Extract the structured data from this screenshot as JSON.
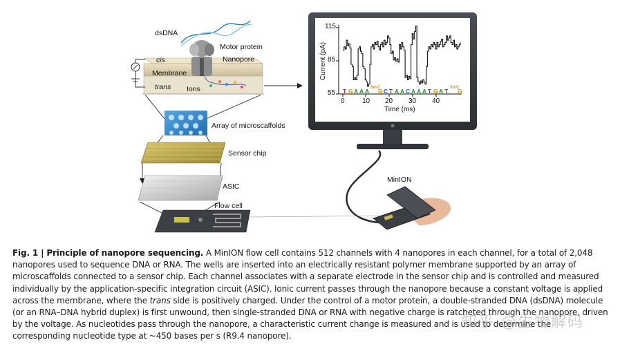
{
  "labels": {
    "dsdna": "dsDNA",
    "motor_protein": "Motor protein",
    "nanopore": "Nanopore",
    "cis": "cis",
    "membrane": "Membrane",
    "trans": "trans",
    "ions": "Ions",
    "microscaffolds": "Array of microscaffolds",
    "sensor_chip": "Sensor chip",
    "asic": "ASIC",
    "flow_cell": "Flow cell",
    "minion": "MinION"
  },
  "chart_data": {
    "type": "line",
    "xlabel": "Time (ms)",
    "ylabel": "Current (pA)",
    "xlim": [
      0,
      50
    ],
    "ylim": [
      55,
      118
    ],
    "xticks": [
      "0",
      "10",
      "20",
      "30",
      "40"
    ],
    "yticks": [
      "115",
      "85",
      "55"
    ],
    "series": [
      {
        "x": [
          0,
          0.5,
          1,
          1.5,
          2,
          2.5,
          3,
          3.5,
          4,
          4.5,
          5,
          5.5,
          6,
          6.5,
          7,
          7.5,
          8,
          8.5,
          9,
          9.5,
          10,
          10.5,
          11,
          11.5,
          12,
          12.5,
          13,
          13.5,
          14,
          14.5,
          15,
          15.5,
          16,
          16.5,
          17,
          17.5,
          18,
          18.5,
          19,
          19.5,
          20,
          20.5,
          21,
          21.5,
          22,
          22.5,
          23,
          23.5,
          24,
          24.5,
          25,
          25.5,
          26,
          26.5,
          27,
          27.5,
          28,
          28.5,
          29,
          29.5,
          30,
          30.5,
          31,
          31.5,
          32,
          32.5,
          33,
          33.5,
          34,
          34.5,
          35,
          35.5,
          36,
          36.5,
          37,
          37.5,
          38,
          38.5,
          39,
          39.5,
          40,
          40.5,
          41,
          41.5,
          42,
          42.5,
          43,
          43.5,
          44,
          44.5,
          45,
          45.5,
          46,
          46.5,
          47,
          47.5,
          48,
          48.5,
          49,
          49.5,
          50
        ],
        "y": [
          95,
          98,
          96,
          104,
          99,
          101,
          97,
          82,
          80,
          68,
          70,
          68,
          72,
          96,
          98,
          94,
          92,
          80,
          78,
          68,
          66,
          62,
          64,
          82,
          98,
          100,
          96,
          102,
          100,
          103,
          98,
          95,
          100,
          102,
          98,
          104,
          100,
          102,
          108,
          106,
          100,
          92,
          94,
          86,
          88,
          85,
          87,
          84,
          100,
          96,
          102,
          98,
          95,
          70,
          72,
          68,
          71,
          69,
          100,
          110,
          105,
          112,
          117,
          70,
          66,
          64,
          67,
          65,
          68,
          66,
          64,
          80,
          94,
          98,
          96,
          100,
          98,
          102,
          100,
          96,
          102,
          98,
          100,
          103,
          105,
          98,
          100,
          102,
          108,
          104,
          106,
          108,
          102,
          100,
          104,
          98,
          100,
          96,
          98,
          100,
          102
        ]
      }
    ],
    "bases": [
      "T",
      "G",
      "A",
      "A",
      "A",
      "5mC",
      "G",
      "C",
      "T",
      "A",
      "A",
      "C",
      "A",
      "A",
      "A",
      "T",
      "G",
      "A",
      "T",
      "5mC",
      "G"
    ],
    "base_colors": {
      "A": "#2c8a3a",
      "C": "#1f5fb5",
      "G": "#e08a00",
      "T": "#c8202a",
      "5mC": "#e08a00"
    }
  },
  "caption": {
    "title": "Fig. 1 | Principle of nanopore sequencing.",
    "text_1": " A MinION flow cell contains 512 channels with 4 nanopores in each channel, for a total of 2,048 nanopores used to sequence DNA or RNA. The wells are inserted into an electrically resistant polymer membrane supported by an array of microscaffolds connected to a sensor chip. Each channel associates with a separate electrode in the sensor chip and is controlled and measured individually by the application-specific integration circuit (ASIC). Ionic current passes through the nanopore because a constant voltage is applied across the membrane, where the ",
    "trans": "trans",
    "text_2": " side is positively charged. Under the control of a motor protein, a double-stranded DNA (dsDNA) molecule (or an RNA–DNA hybrid duplex) is first unwound, then single-stranded DNA or RNA with negative charge is ratcheted through the nanopore, driven by the voltage. As nucleotides pass through the nanopore, a characteristic current change is measured and is used to determine the corresponding nucleotide type at ~450 bases per s (R9.4 nanopore)."
  },
  "watermark": "知乎 @生物解码"
}
